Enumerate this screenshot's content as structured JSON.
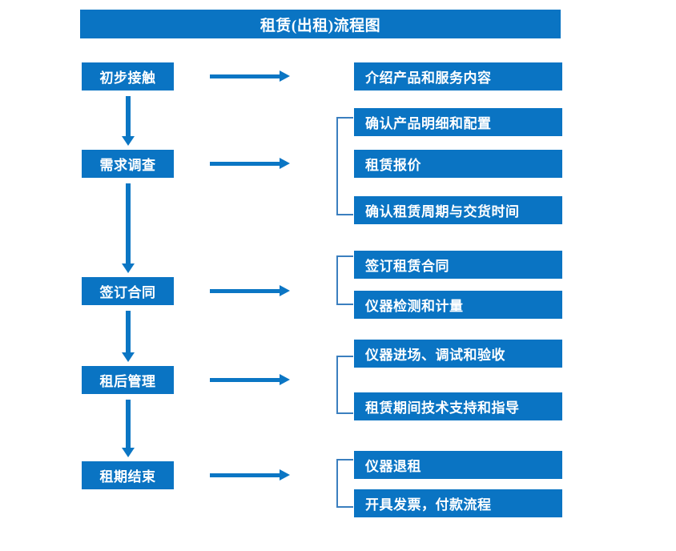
{
  "title": "租赁(出租)流程图",
  "theme": {
    "accent": "#0a74c3",
    "arrow": "#0b76c4",
    "bracket": "#3b7fbf",
    "text_on_accent": "#ffffff",
    "background": "#ffffff"
  },
  "stages": [
    {
      "label": "初步接触"
    },
    {
      "label": "需求调查"
    },
    {
      "label": "签订合同"
    },
    {
      "label": "租后管理"
    },
    {
      "label": "租期结束"
    }
  ],
  "groups": [
    {
      "for_stage": "初步接触",
      "has_bracket": false,
      "items": [
        {
          "label": "介绍产品和服务内容"
        }
      ]
    },
    {
      "for_stage": "需求调查",
      "has_bracket": true,
      "items": [
        {
          "label": "确认产品明细和配置"
        },
        {
          "label": "租赁报价"
        },
        {
          "label": "确认租赁周期与交货时间"
        }
      ]
    },
    {
      "for_stage": "签订合同",
      "has_bracket": true,
      "items": [
        {
          "label": "签订租赁合同"
        },
        {
          "label": "仪器检测和计量"
        }
      ]
    },
    {
      "for_stage": "租后管理",
      "has_bracket": true,
      "items": [
        {
          "label": "仪器进场、调试和验收"
        },
        {
          "label": "租赁期间技术支持和指导"
        }
      ]
    },
    {
      "for_stage": "租期结束",
      "has_bracket": true,
      "items": [
        {
          "label": "仪器退租"
        },
        {
          "label": "开具发票，付款流程"
        }
      ]
    }
  ]
}
